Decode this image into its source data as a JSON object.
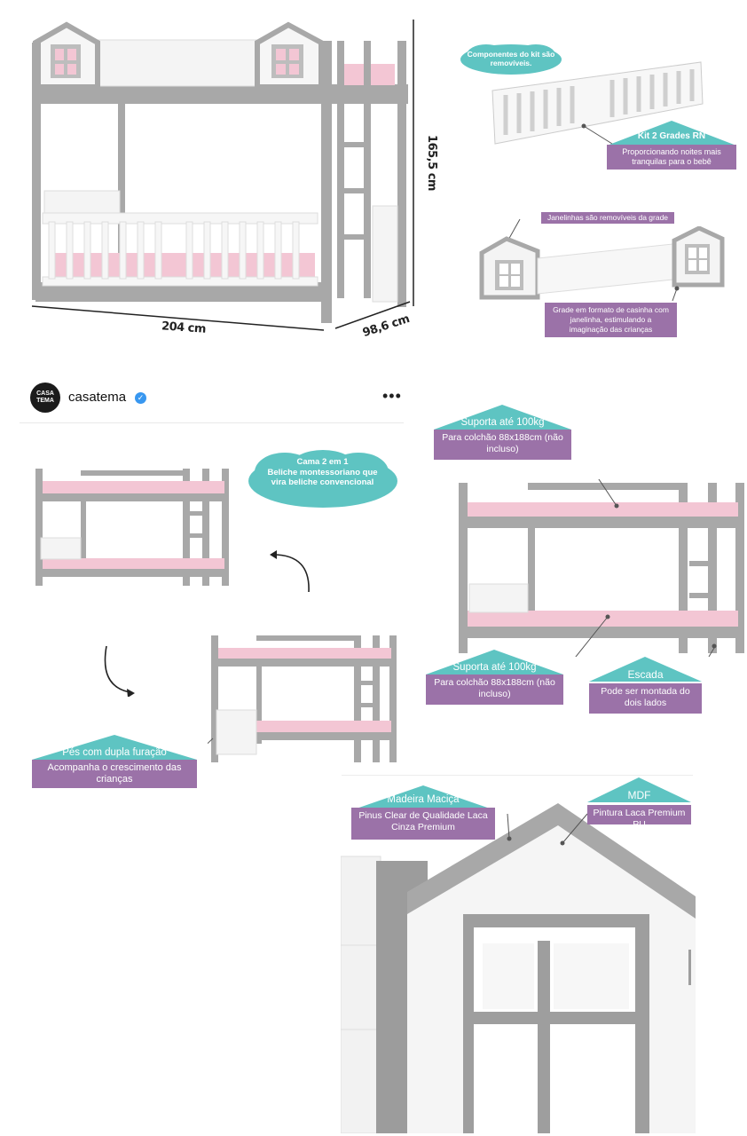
{
  "top": {
    "dim_width": "204 cm",
    "dim_depth": "98,6 cm",
    "dim_height": "165,5 cm",
    "cloud_note": "Componentes do kit são removíveis.",
    "kit_title": "Kit 2 Grades RN",
    "kit_desc": "Proporcionando noites mais tranquilas para o bebê",
    "windows_note": "Janelinhas são removíveis da grade",
    "grade_desc": "Grade em formato de casinha com janelinha, estimulando a imaginação das crianças"
  },
  "instagram": {
    "avatar_text": "CASA TEMA",
    "username": "casatema",
    "more_icon": "more-dots-icon",
    "verified_icon": "verified-check-icon"
  },
  "middle": {
    "cloud_title": "Cama 2 em 1",
    "cloud_text": "Beliche montessoriano que vira beliche convencional",
    "feet_title": "Pés com dupla furação",
    "feet_desc": "Acompanha o crescimento das crianças",
    "support_top_title": "Suporta até 100kg",
    "support_top_desc": "Para colchão 88x188cm (não incluso)",
    "support_bottom_title": "Suporta até 100kg",
    "support_bottom_desc": "Para colchão 88x188cm (não incluso)",
    "ladder_title": "Escada",
    "ladder_desc": "Pode ser montada do dois lados"
  },
  "bottom": {
    "wood_title": "Madeira Maciça",
    "wood_desc": "Pinus Clear de Qualidade Laca Cinza Premium",
    "mdf_title": "MDF",
    "mdf_desc": "Pintura Laca Premium PU"
  },
  "colors": {
    "gray": "#9e9e9e",
    "pink": "#f3c6d4",
    "teal": "#5ec4c2",
    "purple": "#9b72a8"
  }
}
